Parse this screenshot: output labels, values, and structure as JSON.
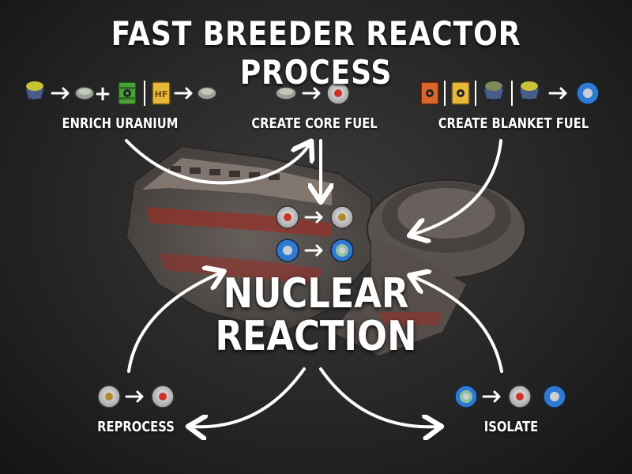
{
  "title": "FAST BREEDER REACTOR PROCESS",
  "steps": {
    "enrich": "ENRICH URANIUM",
    "core_fuel": "CREATE CORE FUEL",
    "blanket_fuel": "CREATE BLANKET FUEL",
    "reprocess": "REPROCESS",
    "isolate": "ISOLATE"
  },
  "center": {
    "line1": "NUCLEAR",
    "line2": "REACTION"
  },
  "icon_text": {
    "hf_barrel": "HF",
    "plus": "+"
  },
  "colors": {
    "arrow": "#ffffff",
    "uranium_ore": "#c9c436",
    "enriched_green": "#4aa13a",
    "hf_yellow": "#e7b83a",
    "orange_barrel": "#d9662b",
    "core_red": "#d0302a",
    "blanket_blue": "#2f7ad0",
    "spent_gold": "#b08a2a",
    "pellet_grey": "#9aa093"
  }
}
